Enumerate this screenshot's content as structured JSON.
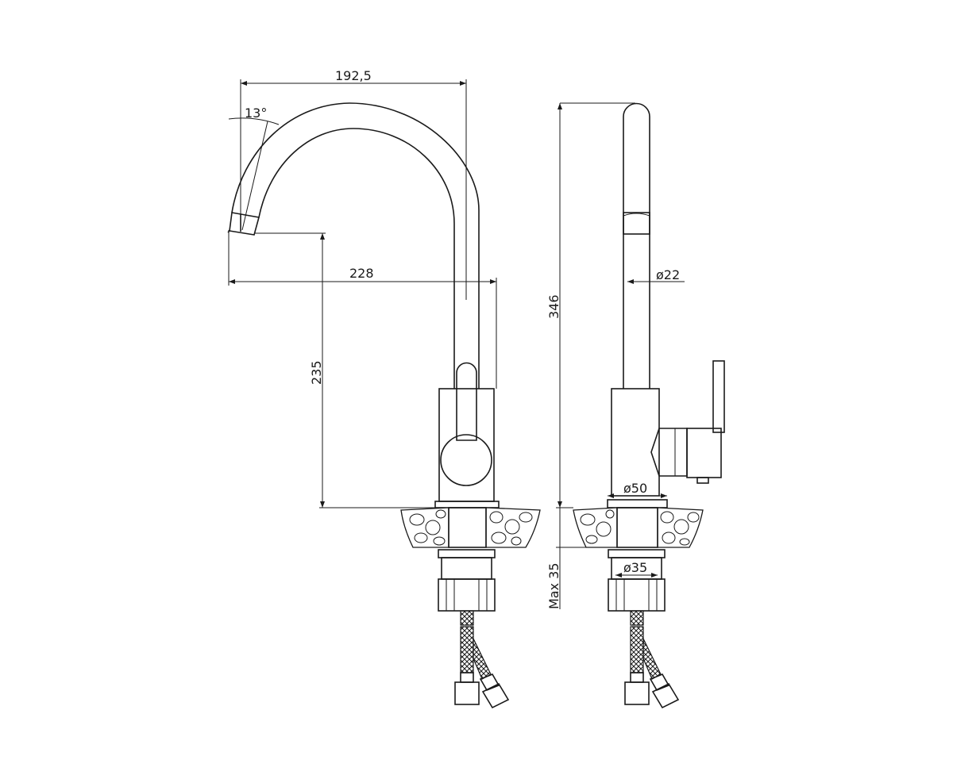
{
  "title": "Kitchen faucet dimension drawing",
  "views": {
    "front": {
      "spout_reach_top": "192,5",
      "spout_angle": "13°",
      "spout_reach_bottom": "228",
      "spout_height": "235"
    },
    "side": {
      "total_height": "346",
      "spout_diameter": "ø22",
      "base_diameter": "ø50",
      "shank_diameter": "ø35",
      "max_counter_thickness": "Max 35"
    }
  },
  "colors": {
    "line": "#1a1a1a",
    "background": "#ffffff"
  }
}
